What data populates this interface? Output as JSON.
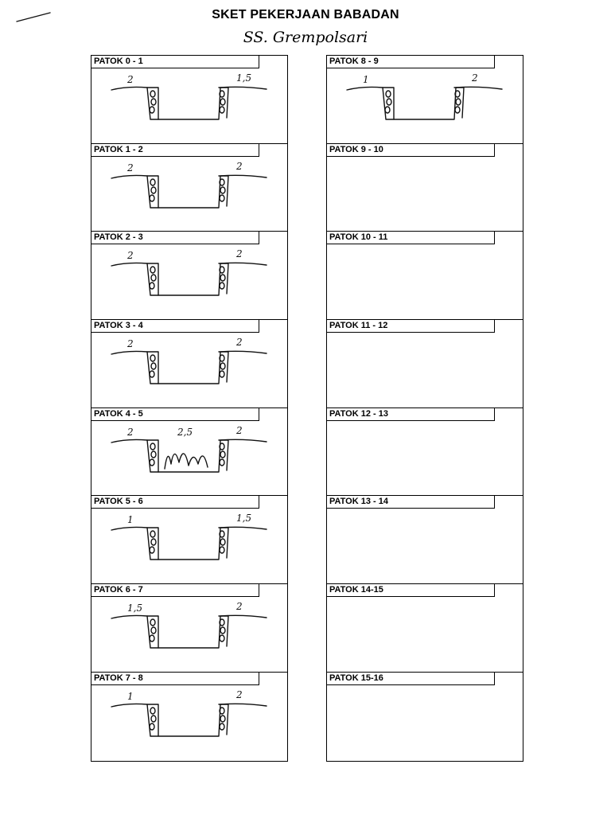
{
  "header": {
    "title": "SKET PEKERJAAN BABADAN",
    "subtitle": "SS. Grempolsari"
  },
  "left_column": [
    {
      "label": "PATOK 0 - 1",
      "left_height": "2",
      "right_height": "1,5"
    },
    {
      "label": "PATOK 1 - 2",
      "left_height": "2",
      "right_height": "2"
    },
    {
      "label": "PATOK 2 - 3",
      "left_height": "2",
      "right_height": "2"
    },
    {
      "label": "PATOK 3 - 4",
      "left_height": "2",
      "right_height": "2"
    },
    {
      "label": "PATOK 4 - 5",
      "left_height": "2",
      "right_height": "2",
      "note": "2,5"
    },
    {
      "label": "PATOK 5 - 6",
      "left_height": "1",
      "right_height": "1,5"
    },
    {
      "label": "PATOK 6 - 7",
      "left_height": "1,5",
      "right_height": "2"
    },
    {
      "label": "PATOK 7 - 8",
      "left_height": "1",
      "right_height": "2"
    }
  ],
  "right_column": [
    {
      "label": "PATOK 8 - 9",
      "left_height": "1",
      "right_height": "2"
    },
    {
      "label": "PATOK 9 - 10"
    },
    {
      "label": "PATOK 10 - 11"
    },
    {
      "label": "PATOK 11 - 12"
    },
    {
      "label": "PATOK 12 - 13"
    },
    {
      "label": "PATOK 13 - 14"
    },
    {
      "label": "PATOK 14-15"
    },
    {
      "label": "PATOK 15-16"
    }
  ]
}
